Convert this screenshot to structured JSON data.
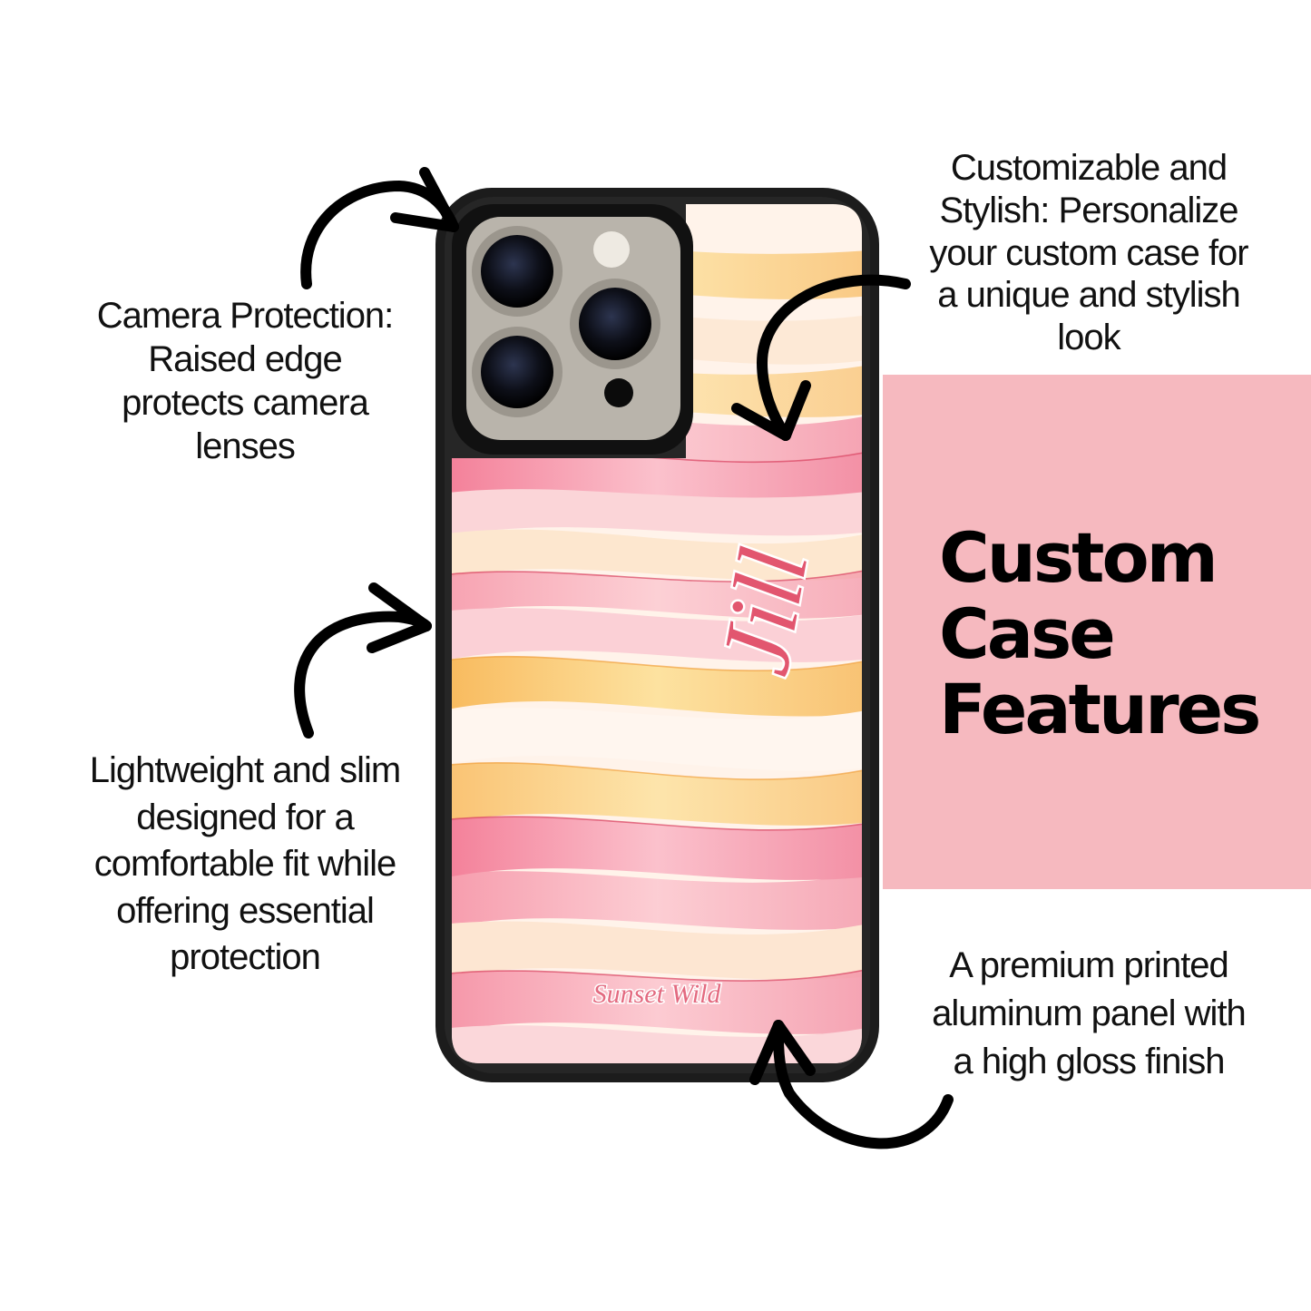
{
  "callouts": {
    "camera": "Camera Protection:\nRaised edge\nprotects camera\nlenses",
    "customizable": "Customizable and\nStylish: Personalize\nyour custom case for\na unique and stylish\nlook",
    "lightweight": "Lightweight and slim\ndesigned for a\ncomfortable fit while\noffering essential\nprotection",
    "premium": "A premium printed\naluminum panel with\na high gloss finish"
  },
  "feature_panel": {
    "title": "Custom\nCase\nFeatures",
    "background": "#f6b9bf"
  },
  "phone": {
    "name_text": "Jill",
    "brand_text": "Sunset Wild",
    "case_color": "#1c1c1c",
    "camera_module_color": "#b9b4ab",
    "wave_colors": [
      "#f7a8b8",
      "#f9c98a",
      "#fde6c8",
      "#f48aa0",
      "#fff4ec"
    ]
  },
  "arrows": [
    "arrow-icon",
    "arrow-icon",
    "arrow-icon",
    "arrow-icon"
  ]
}
